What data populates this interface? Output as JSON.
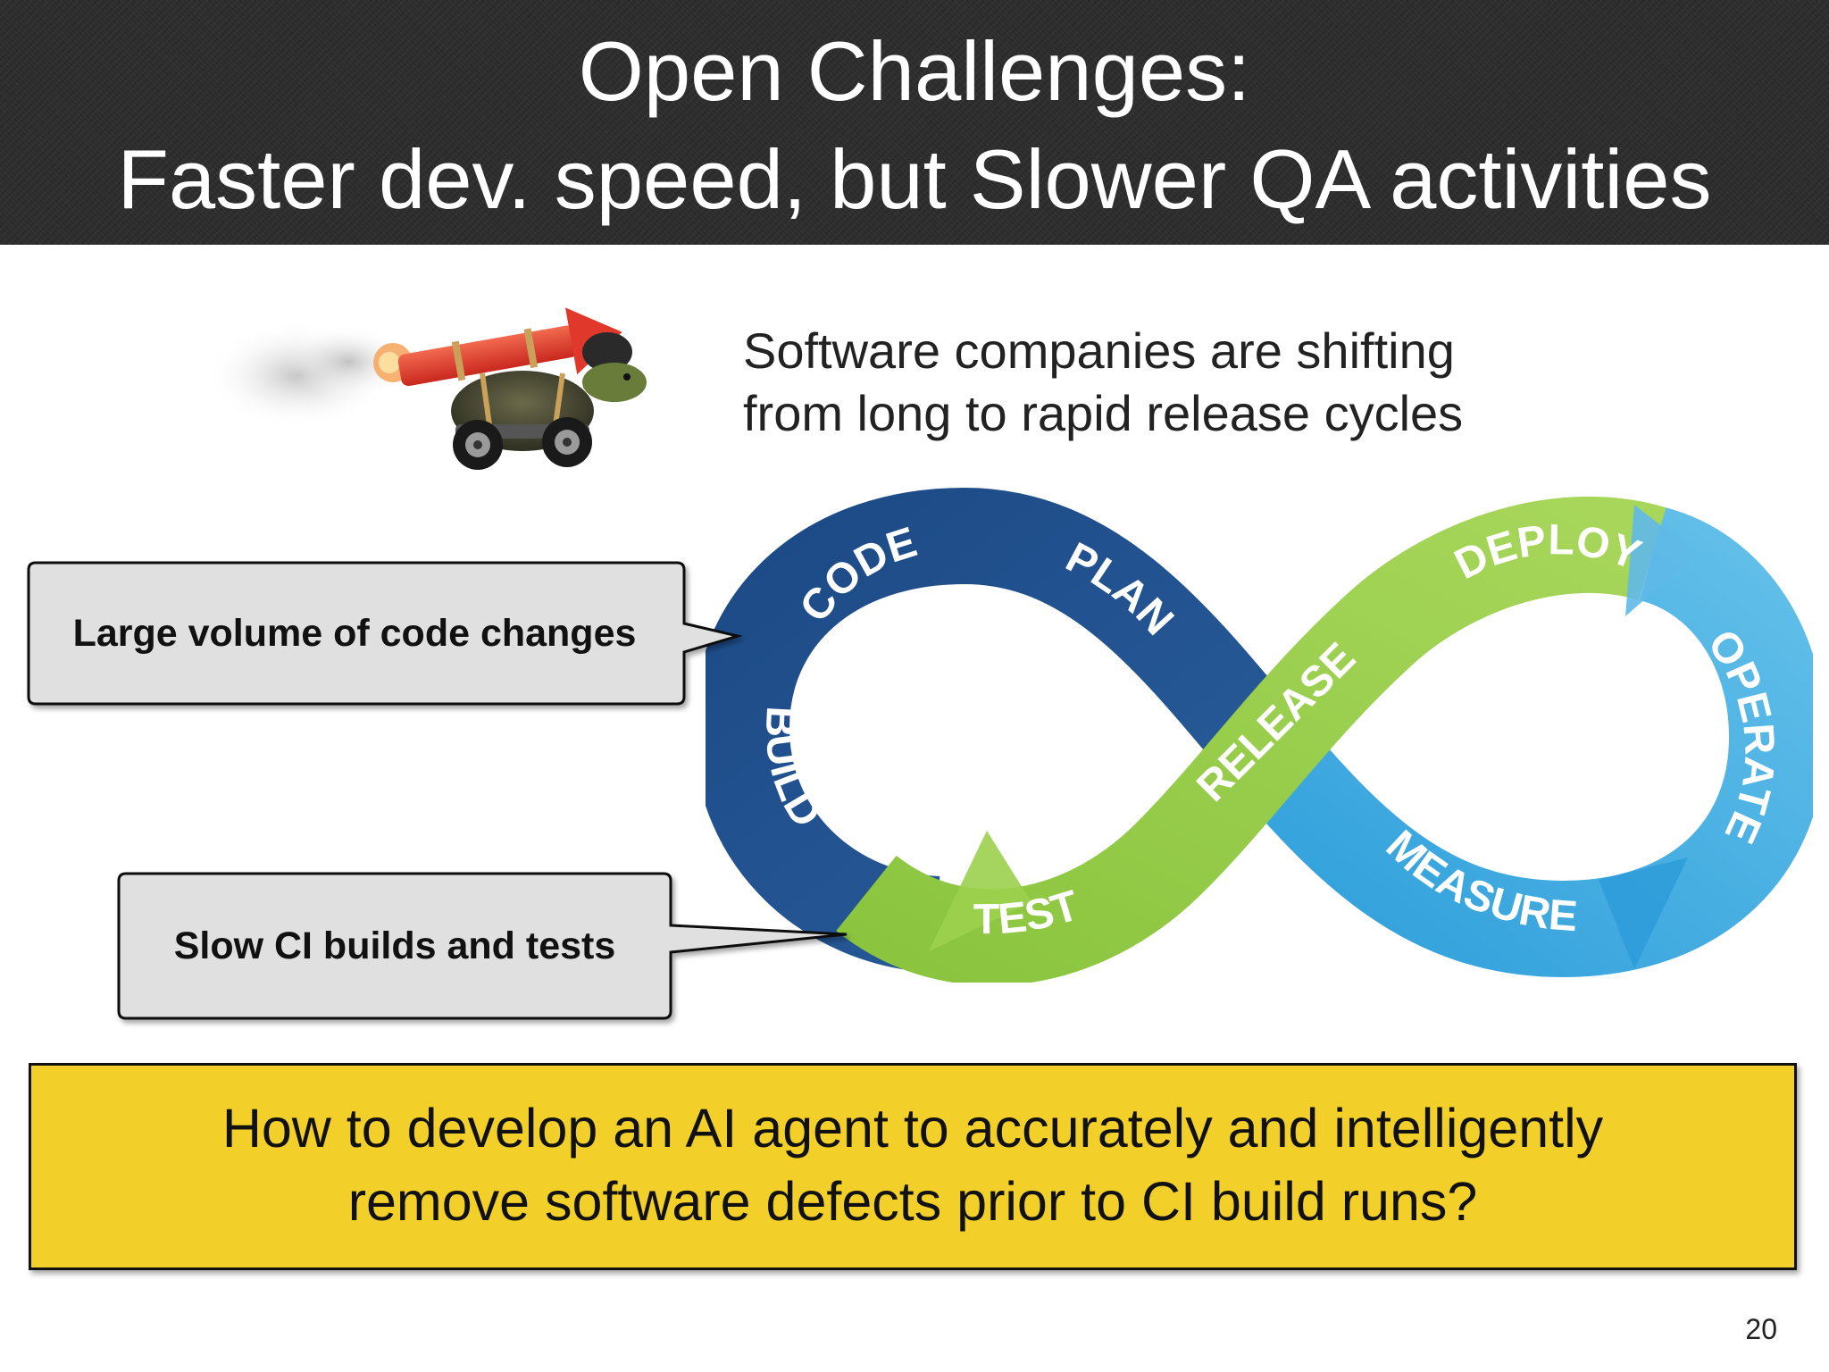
{
  "title": {
    "line1": "Open Challenges:",
    "line2": "Faster dev. speed, but Slower QA activities"
  },
  "description": {
    "line1": "Software companies are shifting",
    "line2": "from long to rapid release cycles"
  },
  "diagram": {
    "stages": [
      "CODE",
      "PLAN",
      "BUILD",
      "TEST",
      "RELEASE",
      "DEPLOY",
      "OPERATE",
      "MEASURE"
    ],
    "colors": {
      "dark_blue": "#1d4f8a",
      "green": "#8cc63f",
      "light_blue": "#3aa8e0"
    }
  },
  "callouts": [
    {
      "text": "Large volume of code changes"
    },
    {
      "text": "Slow CI builds and tests"
    }
  ],
  "question": {
    "line1": "How to develop an AI agent to accurately and intelligently",
    "line2": "remove software defects prior to CI build runs?",
    "color": "#f2d029"
  },
  "page_number": "20"
}
